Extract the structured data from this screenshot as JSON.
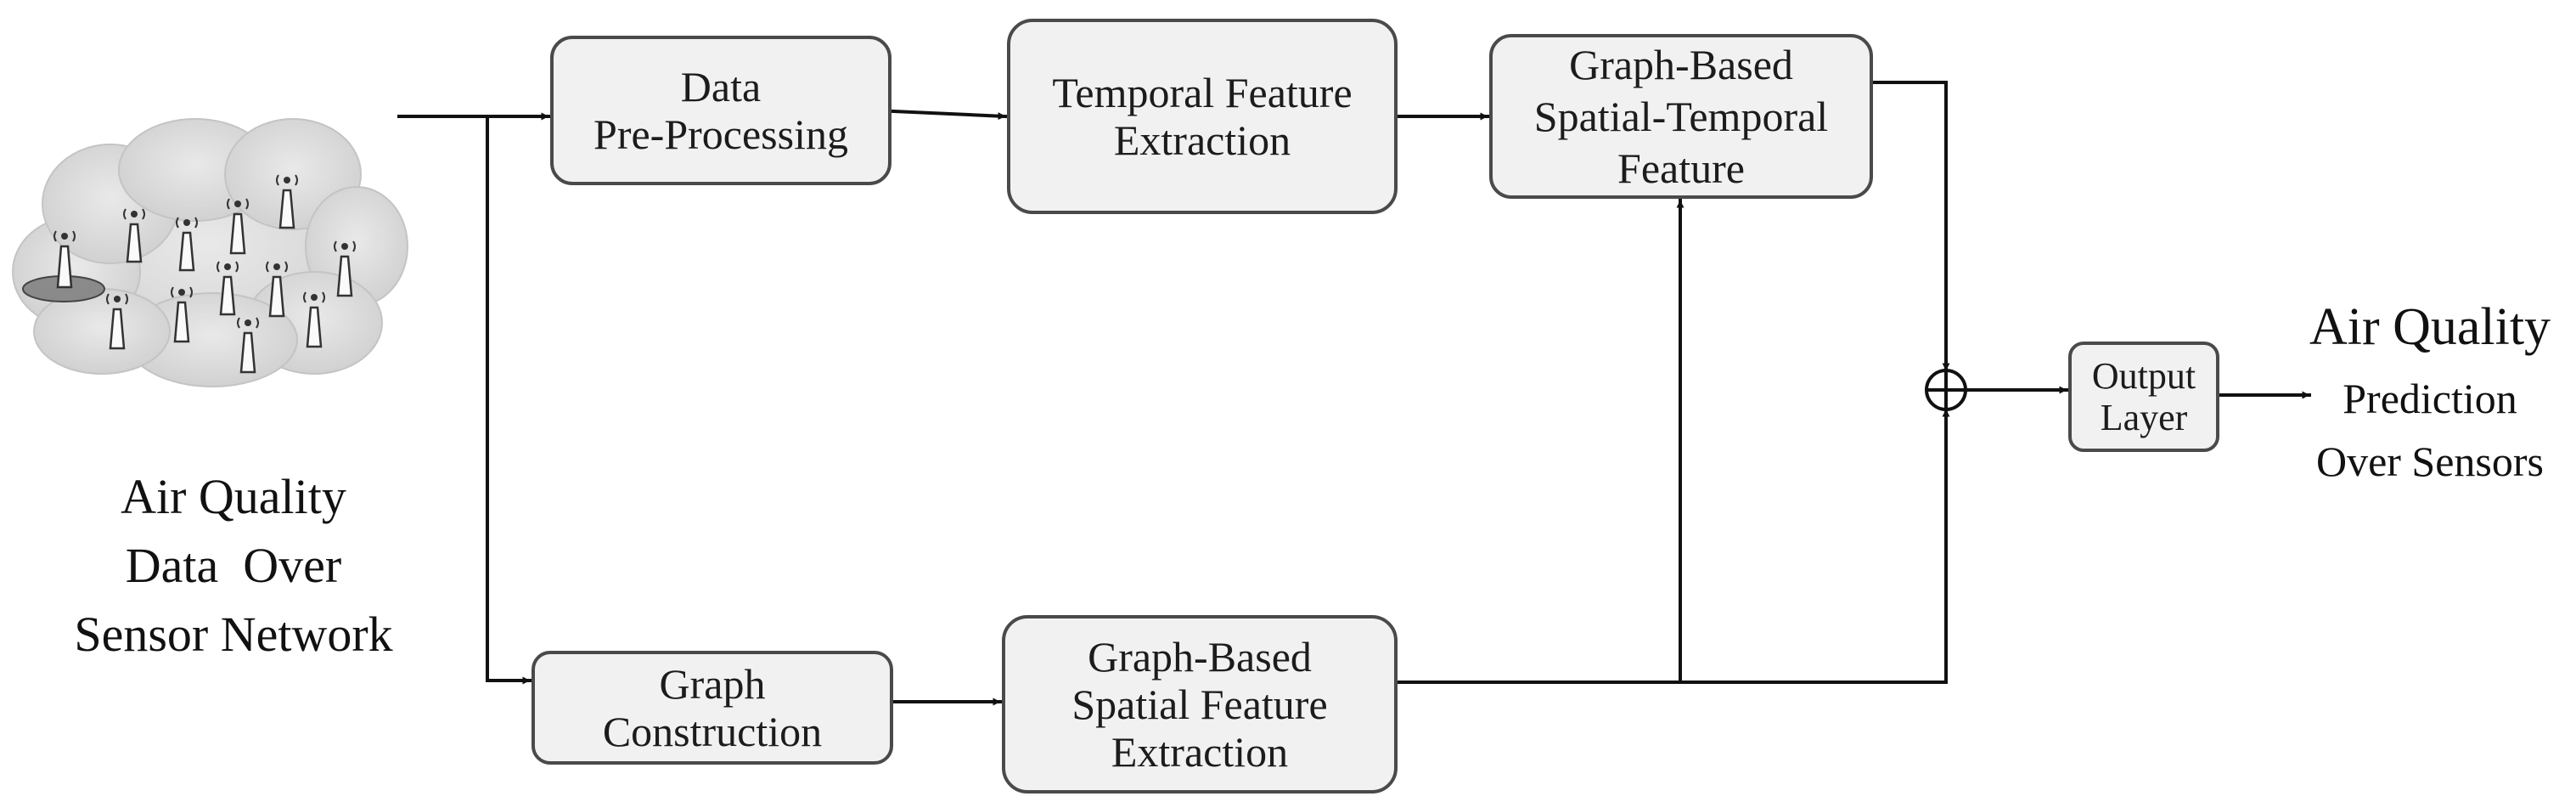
{
  "input": {
    "label_lines": [
      "Air Quality",
      "Data  Over",
      "Sensor Network"
    ],
    "icon": "sensor-network-cloud-icon"
  },
  "boxes": {
    "preprocessing": {
      "lines": [
        "Data",
        "Pre-Processing"
      ]
    },
    "temporal": {
      "lines": [
        "Temporal Feature",
        "Extraction"
      ]
    },
    "graph_spatial_temporal": {
      "lines": [
        "Graph-Based",
        "Spatial-Temporal",
        "Feature"
      ]
    },
    "graph_construction": {
      "lines": [
        "Graph",
        "Construction"
      ]
    },
    "graph_spatial": {
      "lines": [
        "Graph-Based",
        "Spatial Feature",
        "Extraction"
      ]
    },
    "output_layer": {
      "lines": [
        "Output",
        "Layer"
      ]
    }
  },
  "output": {
    "title": "Air Quality",
    "subtitle_lines": [
      "Prediction",
      "Over Sensors"
    ]
  },
  "combiner": {
    "icon": "circle-plus-icon"
  },
  "colors": {
    "box_fill": "#f1f1f1",
    "box_border": "#4a4a4a",
    "line": "#111111",
    "cloud": "#dcdcdc"
  }
}
